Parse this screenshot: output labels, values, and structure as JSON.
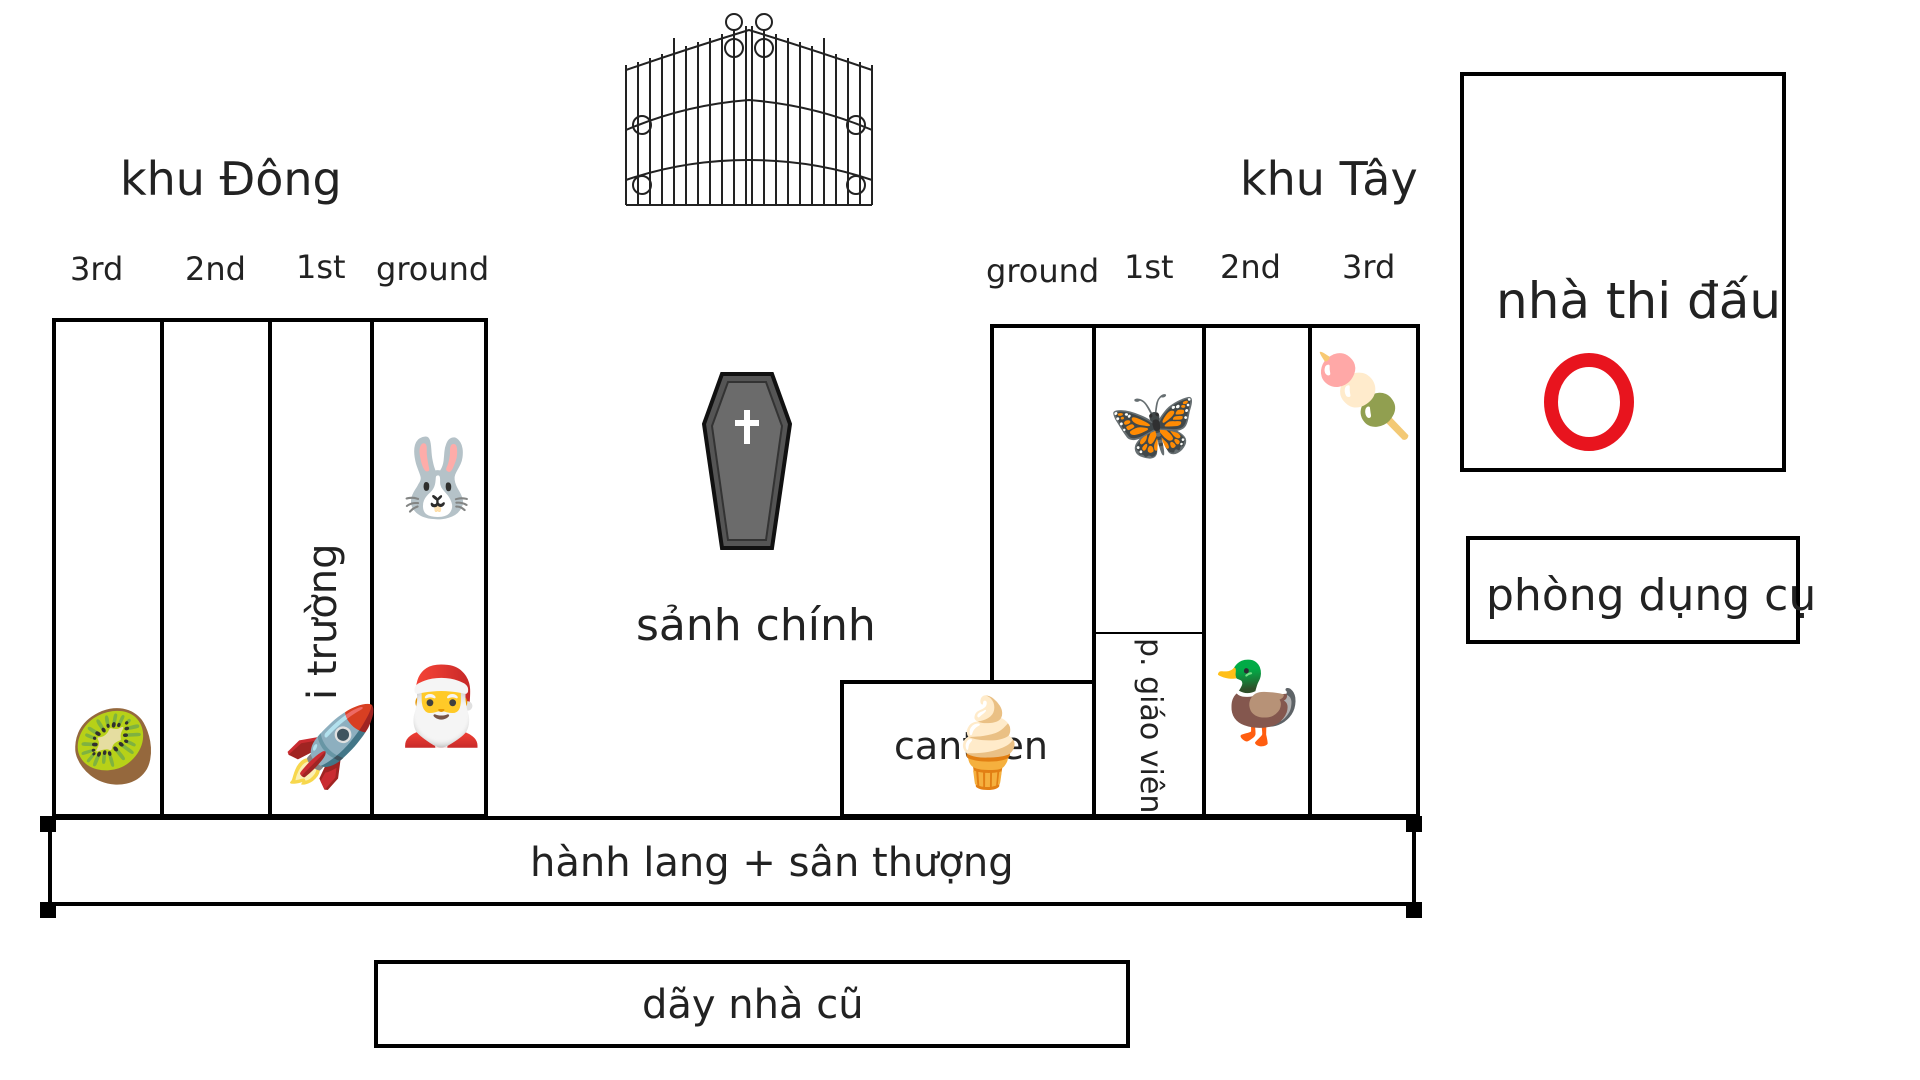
{
  "gate": {
    "icon": "iron-gate-icon"
  },
  "east": {
    "title": "khu Đông",
    "floors": [
      "3rd",
      "2nd",
      "1st",
      "ground"
    ],
    "room_label": "i trường"
  },
  "west": {
    "title": "khu Tây",
    "floors": [
      "ground",
      "1st",
      "2nd",
      "3rd"
    ],
    "teacher_room": "p. giáo viên"
  },
  "lobby": {
    "label": "sảnh chính",
    "icon": "coffin-icon"
  },
  "canteen": {
    "label": "canteen",
    "icon": "ice-cream-icon"
  },
  "gym": {
    "label": "nhà thi đấu",
    "marker": "red-ring-icon",
    "marker_color": "#e8141e"
  },
  "equipment_room": {
    "label": "phòng dụng cụ"
  },
  "corridor": {
    "label": "hành lang + sân thượng"
  },
  "old_building": {
    "label": "dãy nhà cũ"
  },
  "markers": [
    {
      "name": "kiwi-icon",
      "glyph": "🥝"
    },
    {
      "name": "rocket-icon",
      "glyph": "🚀"
    },
    {
      "name": "rabbit-icon",
      "glyph": "🐰"
    },
    {
      "name": "santa-icon",
      "glyph": "🎅"
    },
    {
      "name": "butterfly-icon",
      "glyph": "🦋"
    },
    {
      "name": "dango-icon",
      "glyph": "🍡"
    },
    {
      "name": "duck-icon",
      "glyph": "🦆"
    },
    {
      "name": "ice-cream-icon",
      "glyph": "🍦"
    }
  ]
}
